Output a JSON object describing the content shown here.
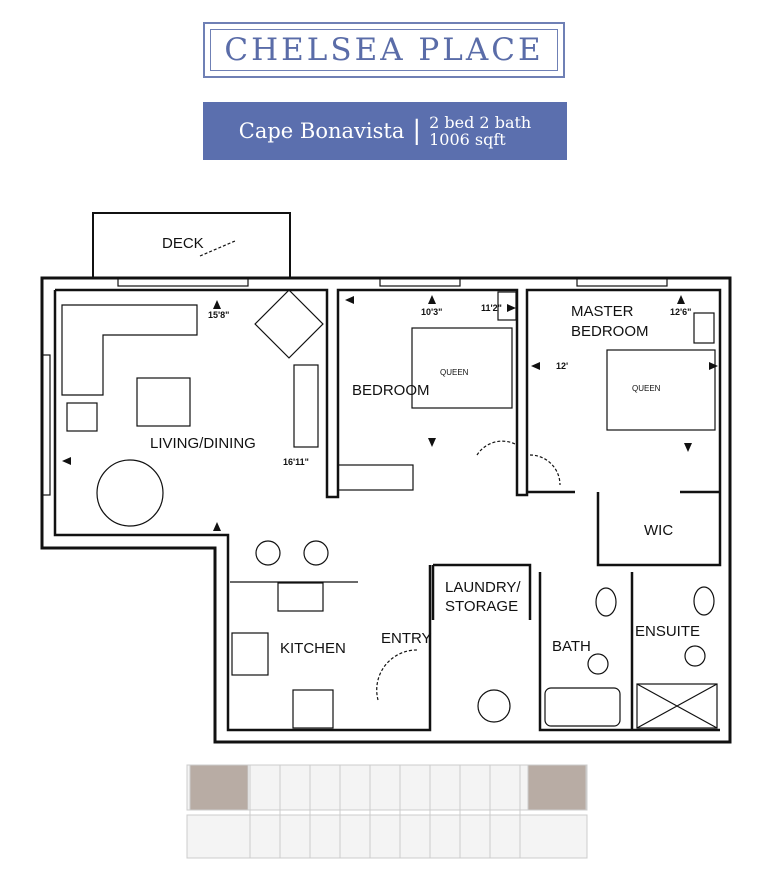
{
  "header": {
    "property_name": "CHELSEA PLACE",
    "unit_name": "Cape Bonavista",
    "separator": "|",
    "beds_baths": "2 bed 2 bath",
    "area": "1006 sqft"
  },
  "floorplan": {
    "rooms": {
      "deck": "DECK",
      "living_dining": "LIVING/DINING",
      "bedroom": "BEDROOM",
      "master_line1": "MASTER",
      "master_line2": "BEDROOM",
      "wic": "WIC",
      "laundry_line1": "LAUNDRY/",
      "laundry_line2": "STORAGE",
      "kitchen": "KITCHEN",
      "entry": "ENTRY",
      "bath": "BATH",
      "ensuite": "ENSUITE"
    },
    "beds": {
      "bedroom": "QUEEN",
      "master": "QUEEN"
    },
    "dimensions": {
      "living_width": "15'8\"",
      "living_length": "16'11\"",
      "bedroom_width": "10'3\"",
      "bedroom_length": "11'2\"",
      "master_width": "12'6\"",
      "master_length": "12'"
    }
  }
}
